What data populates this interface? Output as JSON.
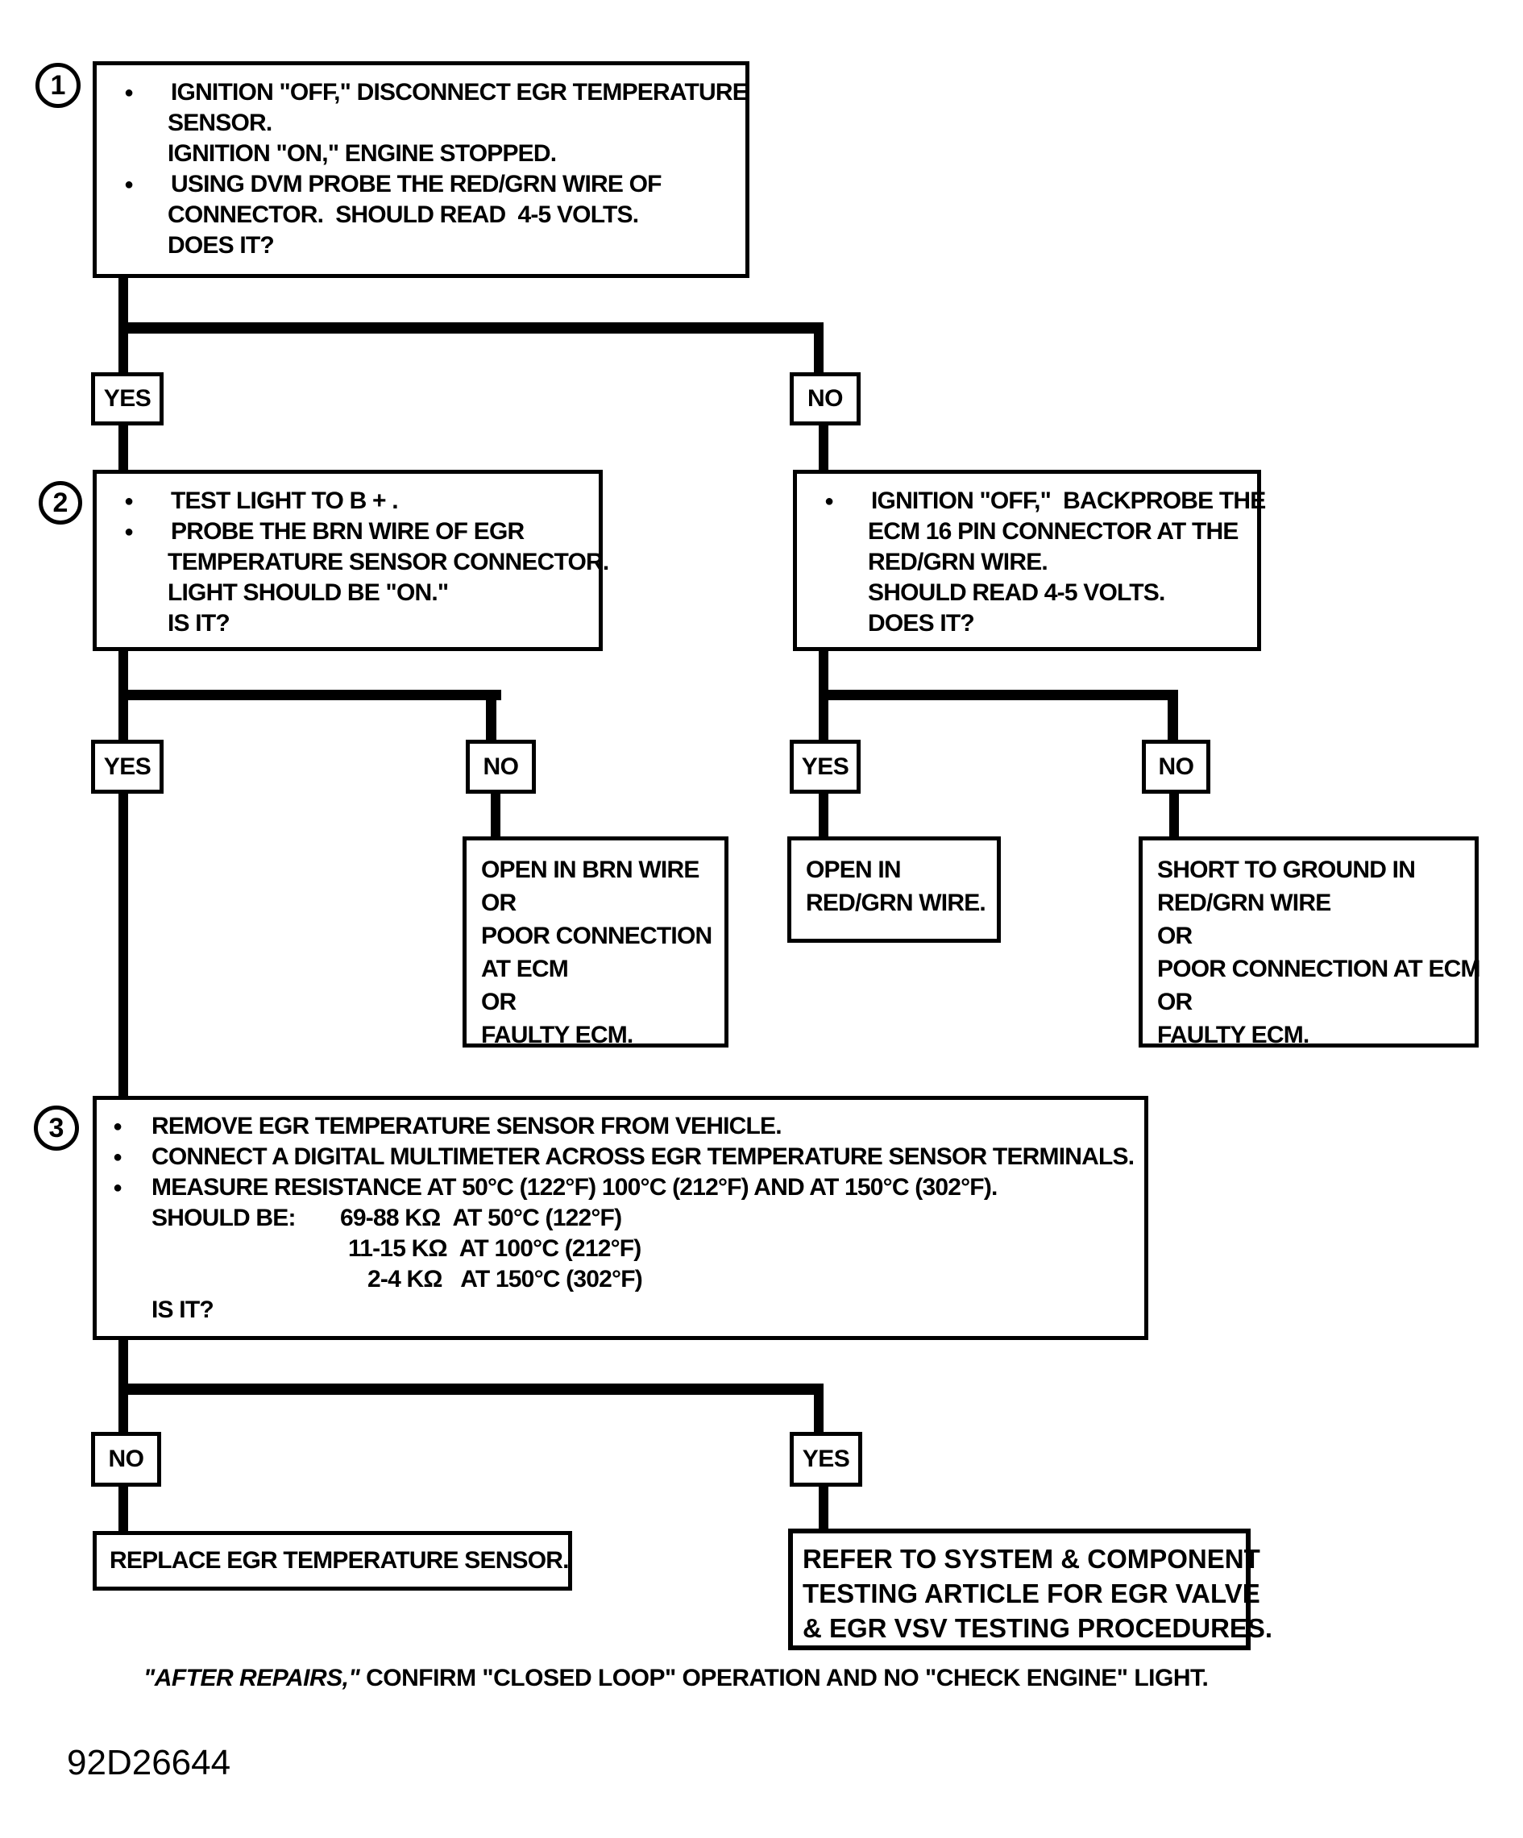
{
  "labels": {
    "yes": "YES",
    "no": "NO"
  },
  "glyphs": {
    "bullet": "●"
  },
  "steps": {
    "one": {
      "number": "1",
      "rows": [
        "IGNITION \"OFF,\" DISCONNECT EGR TEMPERATURE",
        "SENSOR.",
        "IGNITION \"ON,\" ENGINE STOPPED.",
        "USING DVM PROBE THE RED/GRN WIRE OF",
        "CONNECTOR.  SHOULD READ  4-5 VOLTS.",
        "DOES IT?"
      ]
    },
    "two": {
      "number": "2",
      "rows": [
        "TEST LIGHT TO B + .",
        "PROBE THE BRN WIRE OF EGR",
        "TEMPERATURE SENSOR CONNECTOR.",
        "LIGHT SHOULD BE \"ON.\"",
        "IS IT?"
      ]
    },
    "backprobe": {
      "rows": [
        "IGNITION \"OFF,\"  BACKPROBE THE",
        "ECM 16 PIN CONNECTOR AT THE",
        "RED/GRN WIRE.",
        "SHOULD READ 4-5 VOLTS.",
        "DOES IT?"
      ]
    },
    "three": {
      "number": "3",
      "rows": [
        "REMOVE EGR TEMPERATURE SENSOR FROM VEHICLE.",
        "CONNECT A DIGITAL MULTIMETER ACROSS EGR TEMPERATURE SENSOR TERMINALS.",
        "MEASURE RESISTANCE AT 50°C (122°F) 100°C (212°F) AND AT 150°C (302°F)."
      ],
      "should_be_label": "SHOULD BE:",
      "resistance_rows": [
        "69-88 KΩ  AT 50°C (122°F)",
        "11-15 KΩ  AT 100°C (212°F)",
        "2-4 KΩ   AT 150°C (302°F)"
      ],
      "question": "IS IT?"
    }
  },
  "results": {
    "open_brn": {
      "rows": [
        "OPEN IN BRN WIRE",
        "OR",
        "POOR CONNECTION",
        "AT ECM",
        "OR",
        "FAULTY ECM."
      ]
    },
    "open_redgrn": {
      "rows": [
        "OPEN IN",
        "RED/GRN WIRE."
      ]
    },
    "short_ground": {
      "rows": [
        "SHORT TO GROUND IN",
        "RED/GRN WIRE",
        "OR",
        "POOR CONNECTION AT ECM",
        "OR",
        "FAULTY ECM."
      ]
    },
    "replace": {
      "rows": [
        "REPLACE EGR TEMPERATURE SENSOR."
      ]
    },
    "refer": {
      "rows": [
        "REFER TO SYSTEM & COMPONENT",
        "TESTING ARTICLE FOR EGR VALVE",
        "& EGR VSV TESTING PROCEDURES."
      ]
    }
  },
  "footer": {
    "italic": "\"AFTER REPAIRS,\"",
    "rest": " CONFIRM \"CLOSED LOOP\" OPERATION AND NO \"CHECK ENGINE\" LIGHT."
  },
  "doc_id": "92D26644"
}
